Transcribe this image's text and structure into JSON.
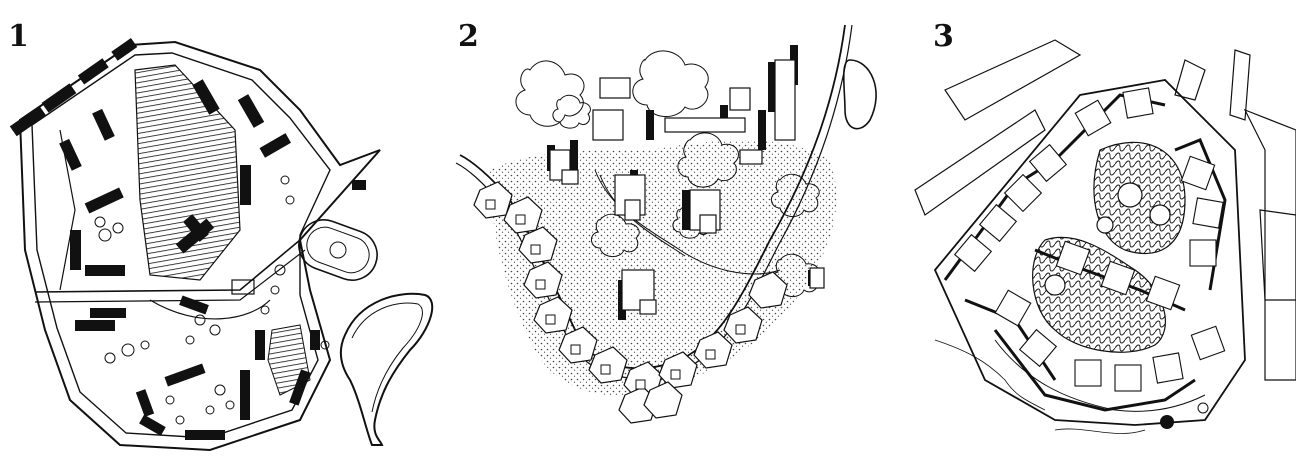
{
  "panels": [
    {
      "label": "1"
    },
    {
      "label": "2"
    },
    {
      "label": "3"
    }
  ],
  "colors": {
    "ink": "#111111",
    "paper": "#ffffff",
    "dots": "#444444"
  }
}
